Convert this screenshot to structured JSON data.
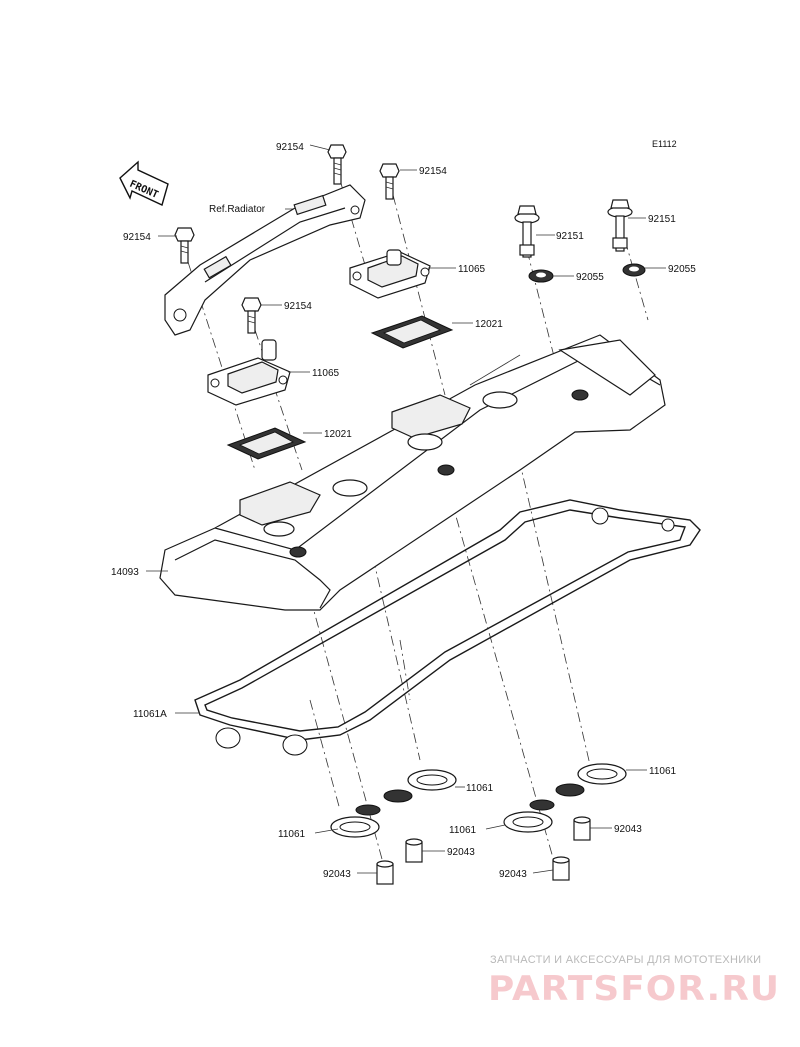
{
  "diagram": {
    "code": "E1112",
    "front_label": "FRONT",
    "ref_label": "Ref.Radiator",
    "callouts": [
      {
        "id": "c1",
        "label": "92154"
      },
      {
        "id": "c2",
        "label": "92154"
      },
      {
        "id": "c3",
        "label": "92154"
      },
      {
        "id": "c4",
        "label": "92154"
      },
      {
        "id": "c5",
        "label": "92151"
      },
      {
        "id": "c6",
        "label": "92151"
      },
      {
        "id": "c7",
        "label": "92055"
      },
      {
        "id": "c8",
        "label": "92055"
      },
      {
        "id": "c9",
        "label": "11065"
      },
      {
        "id": "c10",
        "label": "11065"
      },
      {
        "id": "c11",
        "label": "12021"
      },
      {
        "id": "c12",
        "label": "12021"
      },
      {
        "id": "c13",
        "label": "14093"
      },
      {
        "id": "c14",
        "label": "11061A"
      },
      {
        "id": "c15",
        "label": "11061"
      },
      {
        "id": "c16",
        "label": "11061"
      },
      {
        "id": "c17",
        "label": "11061"
      },
      {
        "id": "c18",
        "label": "11061"
      },
      {
        "id": "c19",
        "label": "92043"
      },
      {
        "id": "c20",
        "label": "92043"
      },
      {
        "id": "c21",
        "label": "92043"
      },
      {
        "id": "c22",
        "label": "92043"
      }
    ]
  },
  "watermark": {
    "tagline": "ЗАПЧАСТИ И АКСЕССУАРЫ ДЛЯ МОТОТЕХНИКИ",
    "logo": "PARTSFOR.RU"
  }
}
